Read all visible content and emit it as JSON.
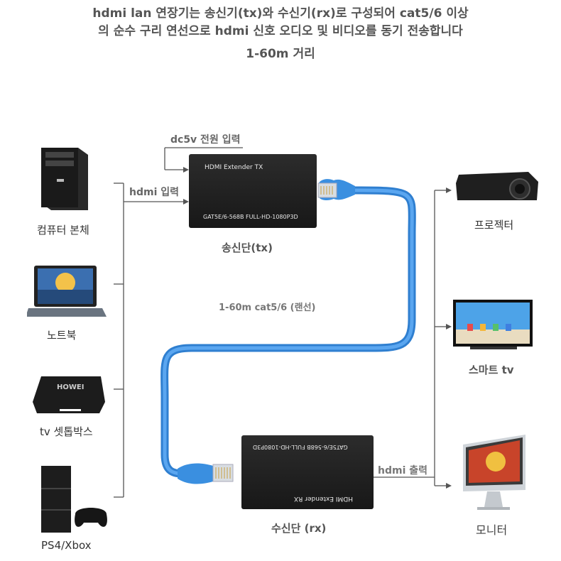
{
  "header": {
    "line1": "hdmi lan 연장기는 송신기(tx)와 수신기(rx)로 구성되어 cat5/6 이상",
    "line2": "의 순수 구리 연선으로 hdmi 신호 오디오 및 비디오를 동기 전송합니다",
    "line3": "1-60m 거리"
  },
  "tx": {
    "title": "HDMI Extender TX",
    "sub": "GAT5E/6-568B FULL-HD-1080P3D",
    "power_label": "dc5v 전원 입력",
    "input_label": "hdmi 입력",
    "caption": "송신단(tx)"
  },
  "rx": {
    "title": "HDMI Extender RX",
    "sub": "GAT5E/6-568B FULL-HD-1080P3D",
    "output_label": "hdmi 출력",
    "caption": "수신단 (rx)"
  },
  "cable_label": "1-60m cat5/6 (랜선)",
  "sources": [
    {
      "label": "컴퓨터 본체",
      "icon": "pc-tower-icon"
    },
    {
      "label": "노트북",
      "icon": "laptop-icon"
    },
    {
      "label": "tv 셋톱박스",
      "icon": "settop-box-icon"
    },
    {
      "label": "PS4/Xbox",
      "icon": "game-console-icon"
    }
  ],
  "sinks": [
    {
      "label": "프로젝터",
      "icon": "projector-icon"
    },
    {
      "label": "스마트 tv",
      "icon": "smart-tv-icon"
    },
    {
      "label": "모니터",
      "icon": "monitor-icon"
    }
  ],
  "settop_brand": "HOWEI",
  "colors": {
    "cable": "#3a8fe0",
    "device": "#1e1e1e",
    "line": "#555555"
  }
}
